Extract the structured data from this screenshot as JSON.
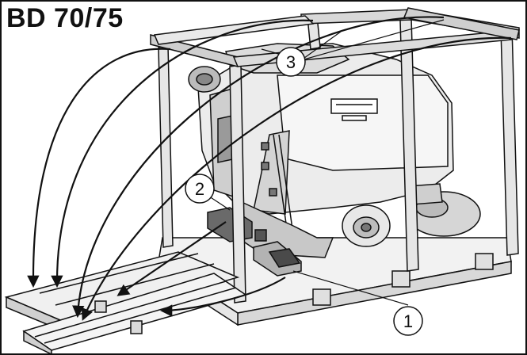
{
  "figure": {
    "title": "BD 70/75",
    "callouts": [
      {
        "label": "1"
      },
      {
        "label": "2"
      },
      {
        "label": "3"
      }
    ]
  },
  "colors": {
    "line": "#111111",
    "shade_light": "#e2e2e2",
    "shade_mid": "#bdbdbd",
    "shade_dark": "#4a4a4a",
    "background": "#ffffff"
  }
}
